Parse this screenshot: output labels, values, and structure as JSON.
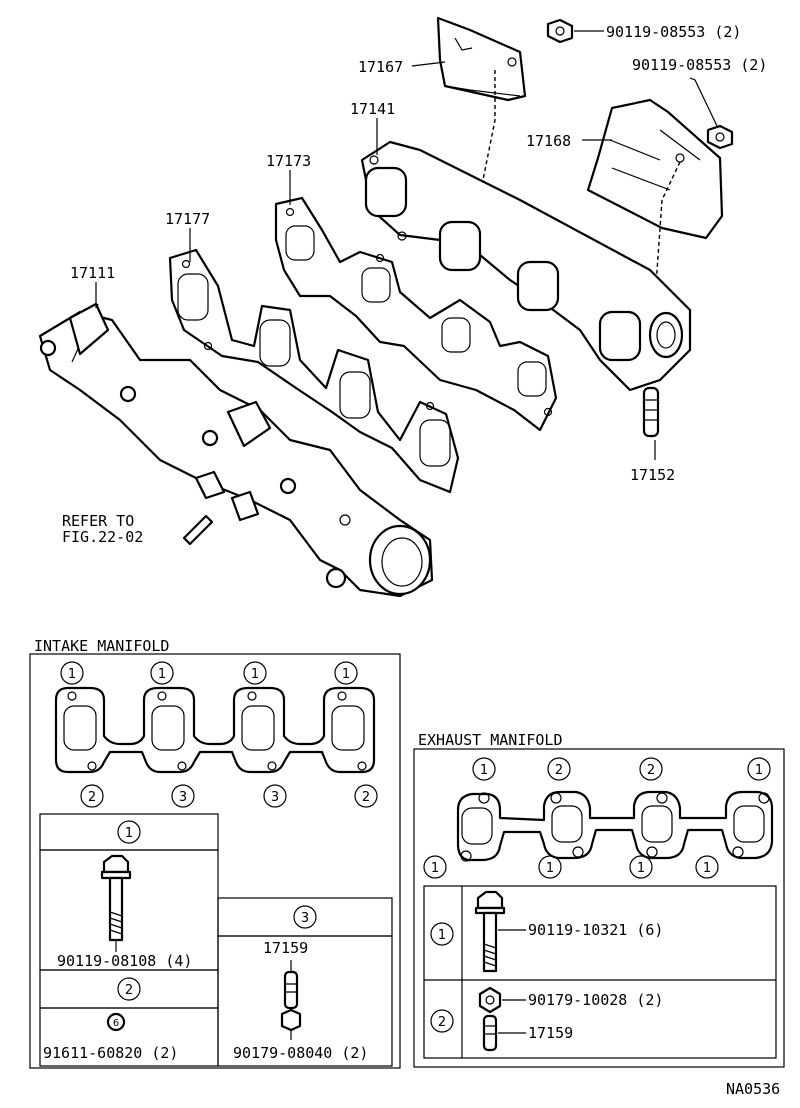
{
  "callouts": {
    "nut_upper": "90119-08553 (2)",
    "nut_right": "90119-08553 (2)",
    "heat_insulator_upper": "17167",
    "heat_insulator_lower": "17168",
    "exhaust_manifold": "17141",
    "exhaust_gasket": "17173",
    "intake_gasket": "17177",
    "intake_manifold": "17111",
    "stud_exhaust": "17152",
    "refer_line1": "REFER TO",
    "refer_line2": "FIG.22-02"
  },
  "intake_panel": {
    "title": "INTAKE MANIFOLD",
    "top_markers": [
      "1",
      "1",
      "1",
      "1"
    ],
    "bottom_markers": [
      "2",
      "3",
      "3",
      "2"
    ],
    "legend_1": "1",
    "legend_2": "2",
    "legend_3": "3",
    "bolt_part": "90119-08108 (4)",
    "nut_part": "91611-60820 (2)",
    "stud_part": "17159",
    "stud_nut_part": "90179-08040 (2)"
  },
  "exhaust_panel": {
    "title": "EXHAUST MANIFOLD",
    "top_markers": [
      "1",
      "2",
      "2",
      "1"
    ],
    "bottom_markers": [
      "1",
      "1",
      "1",
      "1"
    ],
    "legend_1": "1",
    "legend_2": "2",
    "bolt_part": "90119-10321 (6)",
    "nut_part": "90179-10028 (2)",
    "stud_part": "17159"
  },
  "figure_code": "NA0536"
}
